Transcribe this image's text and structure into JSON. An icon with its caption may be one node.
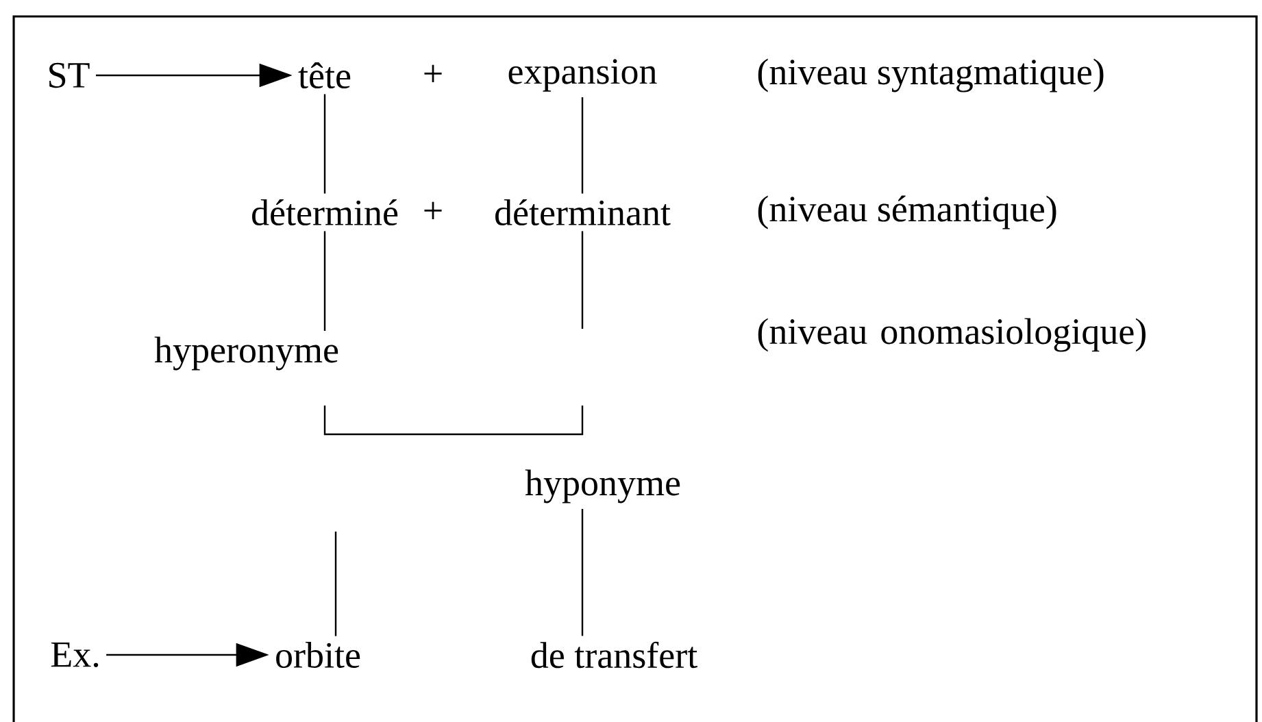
{
  "diagram": {
    "nodes": [
      {
        "text": [
          "ST"
        ]
      },
      {
        "text": [
          "tête"
        ]
      },
      {
        "text": [
          "expansion"
        ]
      },
      {
        "text": [
          "déterminé"
        ]
      },
      {
        "text": [
          "déterminant"
        ]
      },
      {
        "text": [
          "hyperonyme"
        ]
      },
      {
        "text": [
          "hyponyme"
        ]
      },
      {
        "text": [
          "Ex."
        ]
      },
      {
        "text": [
          "orbite"
        ]
      },
      {
        "text": [
          "de transfert"
        ]
      }
    ],
    "edges": [
      {
        "from": 0,
        "to": 1,
        "arrow": "to"
      },
      {
        "from": 1,
        "to": 3,
        "arrow": "none"
      },
      {
        "from": 2,
        "to": 4,
        "arrow": "none"
      },
      {
        "from": 3,
        "to": 5,
        "arrow": "none"
      },
      {
        "from": 4,
        "to": null,
        "arrow": "none"
      },
      {
        "from": null,
        "to": 8,
        "arrow": "none"
      },
      {
        "from": 6,
        "to": 9,
        "arrow": "none"
      },
      {
        "from": 7,
        "to": 8,
        "arrow": "to"
      }
    ],
    "labels": [
      "+",
      "(niveau syntagmatique)",
      "+",
      "(niveau sémantique)",
      "(niveau onomasiologique)"
    ]
  }
}
